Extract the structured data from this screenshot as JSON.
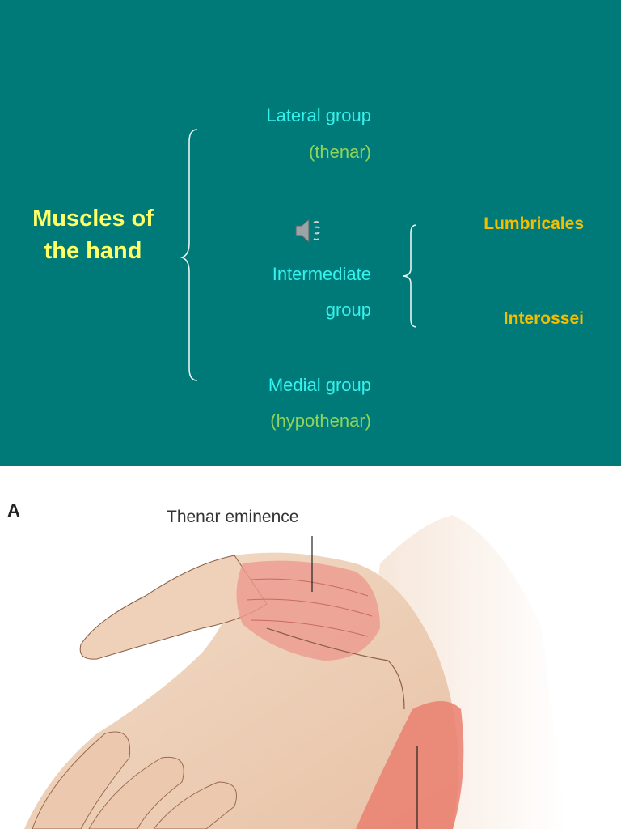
{
  "slide": {
    "title": "Muscles of\nthe hand",
    "groups": [
      {
        "name": "Lateral group",
        "detail": "(thenar)"
      },
      {
        "name": "Intermediate\ngroup",
        "detail": ""
      },
      {
        "name": "Medial group",
        "detail": "(hypothenar)"
      }
    ],
    "subgroups": [
      "Lumbricales",
      "Interossei"
    ],
    "colors": {
      "background": "#007a78",
      "title": "#ffff66",
      "group": "#33f3ee",
      "detail": "#8ed45a",
      "subgroup": "#f5bd00"
    }
  },
  "figure": {
    "panel_label": "A",
    "thenar_label": "Thenar eminence"
  },
  "icons": {
    "audio": "speaker-icon"
  }
}
